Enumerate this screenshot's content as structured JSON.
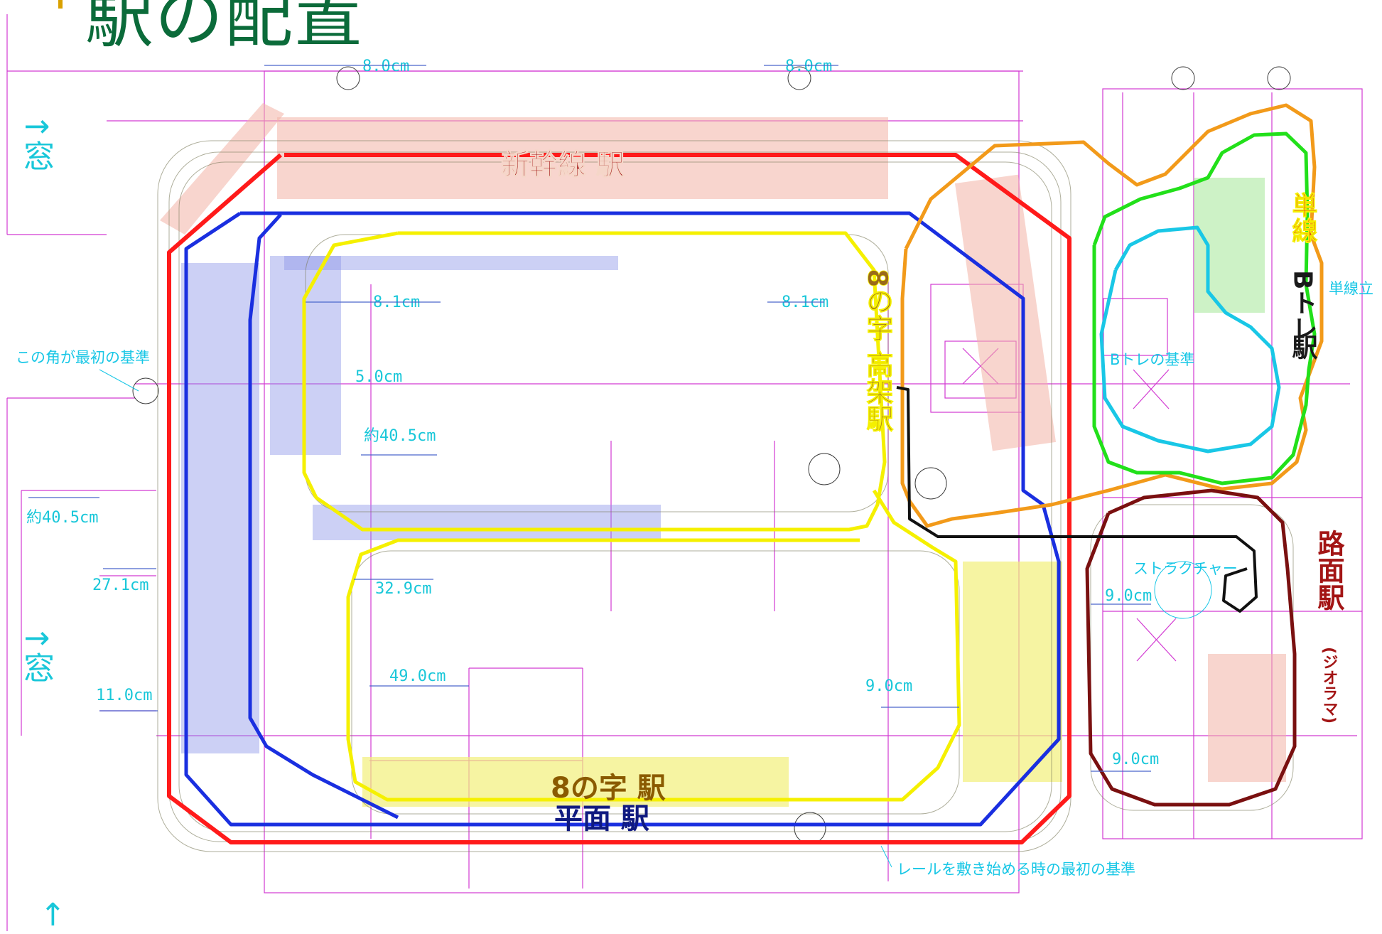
{
  "title": "駅の配置",
  "windows": [
    "↑窓",
    "↑窓"
  ],
  "bottom_arrow": "↑",
  "stations": {
    "shinkansen": "新幹線 駅",
    "eight_elevated": "8の字 高架駅",
    "single_track": "単線",
    "btore": "Bトレ",
    "eki": "駅",
    "road": "路面駅",
    "diorama": "(ジオラマ)",
    "eight_flat": "8の字 駅",
    "flat": "平面 駅"
  },
  "dimensions": {
    "top_left": "8.0cm",
    "top_right": "8.0cm",
    "inner_left": "8.1cm",
    "inner_right": "8.1cm",
    "d5": "5.0cm",
    "d405a": "約40.5cm",
    "d405b": "約40.5cm",
    "d271": "27.1cm",
    "d329": "32.9cm",
    "d490": "49.0cm",
    "d110": "11.0cm",
    "d90a": "9.0cm",
    "d90b": "9.0cm",
    "d90c": "9.0cm"
  },
  "notes": {
    "corner": "この角が最初の基準",
    "btore_ref": "Bトレの基準",
    "single_stand": "単線立",
    "structure": "ストラクチャー",
    "rail_start": "レールを敷き始める時の最初の基準"
  },
  "colors": {
    "red": "#ff1a1a",
    "blue": "#1a2fe0",
    "yellow": "#f5f000",
    "orange": "#f29a1a",
    "green": "#22e01a",
    "cyan": "#19c7e6",
    "maroon": "#7a1010",
    "black": "#111111",
    "cad_magenta": "#d23ad2",
    "cad_cyan": "#19c7d9",
    "title_green": "#0b6b3a"
  }
}
